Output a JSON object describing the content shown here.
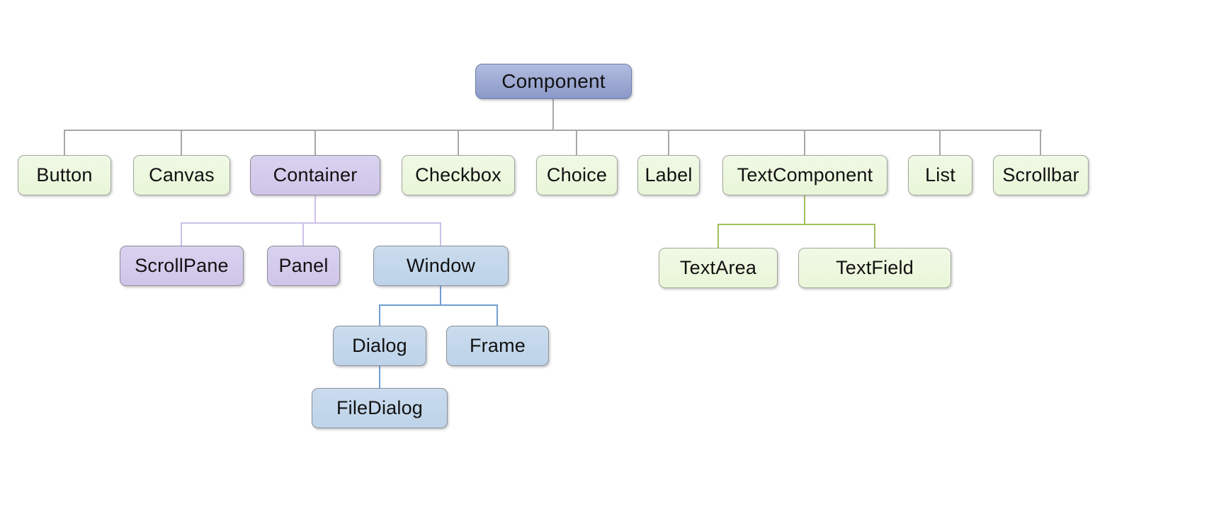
{
  "diagram_type": "class-hierarchy-tree",
  "nodes": {
    "component": {
      "label": "Component"
    },
    "button": {
      "label": "Button"
    },
    "canvas": {
      "label": "Canvas"
    },
    "container": {
      "label": "Container"
    },
    "checkbox": {
      "label": "Checkbox"
    },
    "choice": {
      "label": "Choice"
    },
    "label": {
      "label": "Label"
    },
    "textcomponent": {
      "label": "TextComponent"
    },
    "list": {
      "label": "List"
    },
    "scrollbar": {
      "label": "Scrollbar"
    },
    "scrollpane": {
      "label": "ScrollPane"
    },
    "panel": {
      "label": "Panel"
    },
    "window": {
      "label": "Window"
    },
    "textarea": {
      "label": "TextArea"
    },
    "textfield": {
      "label": "TextField"
    },
    "dialog": {
      "label": "Dialog"
    },
    "frame": {
      "label": "Frame"
    },
    "filedialog": {
      "label": "FileDialog"
    }
  },
  "hierarchy": {
    "Component": [
      "Button",
      "Canvas",
      "Container",
      "Checkbox",
      "Choice",
      "Label",
      "TextComponent",
      "List",
      "Scrollbar"
    ],
    "Container": [
      "ScrollPane",
      "Panel",
      "Window"
    ],
    "TextComponent": [
      "TextArea",
      "TextField"
    ],
    "Window": [
      "Dialog",
      "Frame"
    ],
    "Dialog": [
      "FileDialog"
    ]
  },
  "colors": {
    "green-fill-top": "#f0f9e5",
    "green-fill-bottom": "#e9f6d8",
    "green-border": "#a3a6a0",
    "purple-fill-top": "#d9d2ef",
    "purple-fill-bottom": "#cfc5e9",
    "purple-border": "#8f8c96",
    "blue-fill-top": "#cadcee",
    "blue-fill-bottom": "#bed3e9",
    "blue-border": "#8c9097",
    "root-fill-top": "#b2bce0",
    "root-fill-bottom": "#8c99c8",
    "root-border": "#707ca6",
    "gray-line": "#a8a8a8",
    "lavender-line": "#ccc0e8",
    "olive-line": "#a0bf5c",
    "blue-line": "#6f9ed2"
  }
}
